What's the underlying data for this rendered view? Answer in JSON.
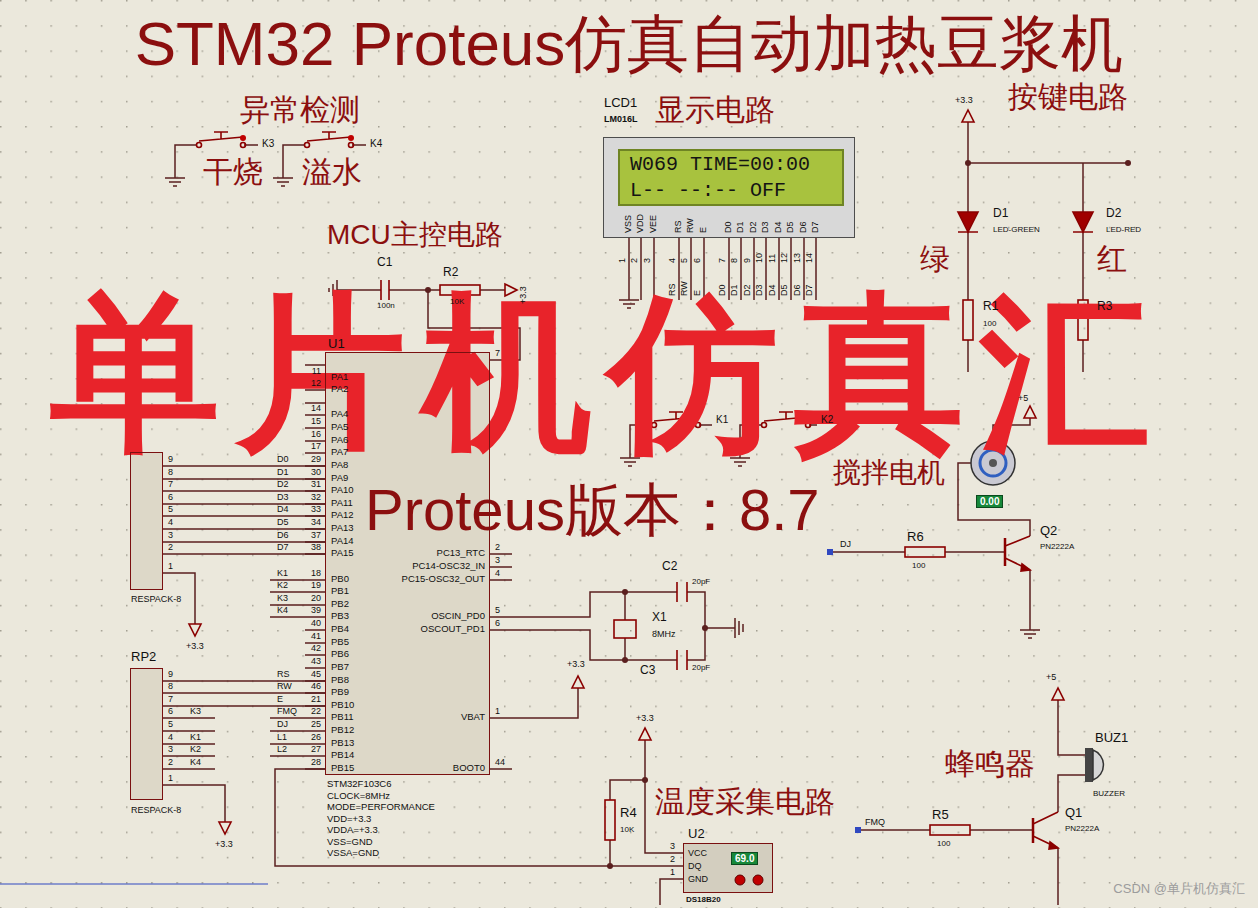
{
  "diagram": {
    "title": "STM32 Proteus仿真自动加热豆浆机",
    "nodes": [
      {
        "text": [
          "LCD1",
          "LM016L"
        ]
      },
      {
        "text": [
          "W069 TIME=00:00",
          "L-- --:-- OFF"
        ],
        "in": 0
      },
      {
        "text": [
          "U1"
        ]
      },
      {
        "text": [
          "RESPACK-8"
        ]
      },
      {
        "text": [
          "RP2",
          "RESPACK-8"
        ]
      },
      {
        "text": [
          "U2",
          "VCC",
          "DQ",
          "GND",
          "69.0",
          "DS18B20"
        ]
      }
    ],
    "edges": [
      {
        "from": 3,
        "to": 2,
        "arrow": "none",
        "label": "D0"
      },
      {
        "from": 3,
        "to": 2,
        "arrow": "none",
        "label": "D1"
      },
      {
        "from": 3,
        "to": 2,
        "arrow": "none",
        "label": "D2"
      },
      {
        "from": 3,
        "to": 2,
        "arrow": "none",
        "label": "D3"
      },
      {
        "from": 3,
        "to": 2,
        "arrow": "none",
        "label": "D4"
      },
      {
        "from": 3,
        "to": 2,
        "arrow": "none",
        "label": "D5"
      },
      {
        "from": 3,
        "to": 2,
        "arrow": "none",
        "label": "D6"
      },
      {
        "from": 3,
        "to": 2,
        "arrow": "none",
        "label": "D7"
      },
      {
        "from": 4,
        "to": 2,
        "arrow": "none",
        "label": "RS"
      },
      {
        "from": 4,
        "to": 2,
        "arrow": "none",
        "label": "RW"
      },
      {
        "from": 4,
        "to": 2,
        "arrow": "none",
        "label": "E"
      },
      {
        "from": 5,
        "to": 2,
        "arrow": "none"
      }
    ],
    "labels": [
      "异常检测",
      "干烧",
      "溢水",
      "MCU主控电路",
      "显示电路",
      "按键电路",
      "绿",
      "红",
      "搅拌电机",
      "蜂鸣器",
      "温度采集电路",
      "单片机仿真汇",
      "Proteus版本：8.7",
      "CSDN @单片机仿真汇",
      "K3",
      "K4",
      "K1",
      "K2",
      "VSS",
      "VDD",
      "VEE",
      "RS",
      "RW",
      "E",
      "D0",
      "D1",
      "D2",
      "D3",
      "D4",
      "D5",
      "D6",
      "D7",
      "1",
      "2",
      "3",
      "4",
      "5",
      "6",
      "7",
      "8",
      "9",
      "10",
      "11",
      "12",
      "13",
      "14",
      "RS",
      "RW",
      "E",
      "D0",
      "D1",
      "D2",
      "D3",
      "D4",
      "D5",
      "D6",
      "D7",
      "PA1",
      "PA2",
      "PA4",
      "PA5",
      "PA6",
      "PA7",
      "PA8",
      "PA9",
      "PA10",
      "PA11",
      "PA12",
      "PA13",
      "PA14",
      "PA15",
      "PB0",
      "PB1",
      "PB2",
      "PB3",
      "PB4",
      "PB5",
      "PB6",
      "PB7",
      "PB8",
      "PB9",
      "PB10",
      "PB11",
      "PB12",
      "PB13",
      "PB14",
      "PB15",
      "11",
      "12",
      "14",
      "15",
      "16",
      "17",
      "29",
      "30",
      "31",
      "32",
      "33",
      "34",
      "37",
      "38",
      "18",
      "19",
      "20",
      "39",
      "40",
      "41",
      "42",
      "43",
      "45",
      "46",
      "21",
      "22",
      "25",
      "26",
      "27",
      "28",
      "PC13_RTC",
      "PC14-OSC32_IN",
      "PC15-OSC32_OUT",
      "OSCIN_PD0",
      "OSCOUT_PD1",
      "VBAT",
      "BOOT0",
      "7",
      "2",
      "3",
      "4",
      "5",
      "6",
      "1",
      "44",
      "STM32F103C6",
      "CLOCK=8MHz",
      "MODE=PERFORMANCE",
      "VDD=+3.3",
      "VDDA=+3.3",
      "VSS=GND",
      "VSSA=GND",
      "K1",
      "K2",
      "K3",
      "K4",
      "FMQ",
      "DJ",
      "L1",
      "L2",
      "C1",
      "100n",
      "R2",
      "10K",
      "+3.3",
      "C2",
      "20pF",
      "X1",
      "8MHz",
      "C3",
      "20pF",
      "+3.3",
      "9",
      "8",
      "7",
      "6",
      "5",
      "4",
      "3",
      "2",
      "1",
      "+3.3",
      "9",
      "8",
      "7",
      "6",
      "5",
      "4",
      "3",
      "2",
      "1",
      "+3.3",
      "K3",
      "K1",
      "K2",
      "K4",
      "+3.3",
      "D1",
      "LED-GREEN",
      "D2",
      "LED-RED",
      "R1",
      "100",
      "R3",
      "+5",
      "0.00",
      "DJ",
      "R6",
      "100",
      "Q2",
      "PN2222A",
      "+5",
      "BUZ1",
      "BUZZER",
      "FMQ",
      "R5",
      "100",
      "Q1",
      "PN2222A",
      "+3.3",
      "R4",
      "10K",
      "3",
      "2",
      "1"
    ]
  }
}
